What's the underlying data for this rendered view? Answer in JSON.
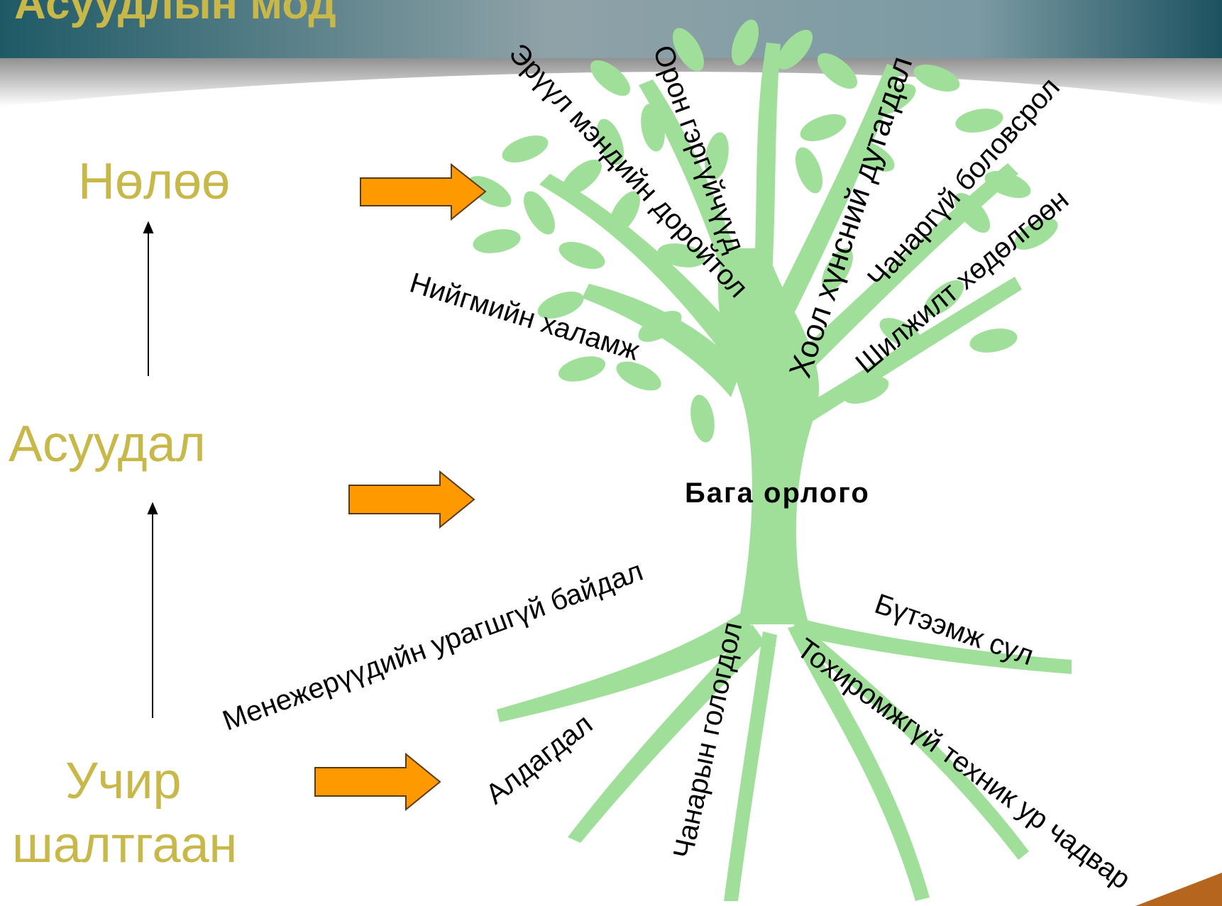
{
  "slide": {
    "title": "Асуудлын мод",
    "colors": {
      "header": "#1e5a66",
      "label_gold": "#c8b84a",
      "arrow_orange": "#ff9900",
      "tree_green": "#9fdf9a"
    }
  },
  "levels": {
    "effect": "Нөлөө",
    "problem": "Асуудал",
    "cause_line1": "Учир",
    "cause_line2": "шалтгаан"
  },
  "tree": {
    "trunk_label": "Бага орлого",
    "branches": [
      "Эрүүл мэндийн доройтол",
      "Орон гэргүйчүүд",
      "Хоол хүнсний дутагдал",
      "Чанаргүй боловсрол",
      "Шилжилт хөдөлгөөн",
      "Нийгмийн халамж"
    ],
    "roots": [
      "Менежерүүдийн урагшгүй байдал",
      "Чанарын гологдол",
      "Бүтээмж сул",
      "Тохиромжгүй техник ур чадвар",
      "Алдагдал"
    ]
  }
}
